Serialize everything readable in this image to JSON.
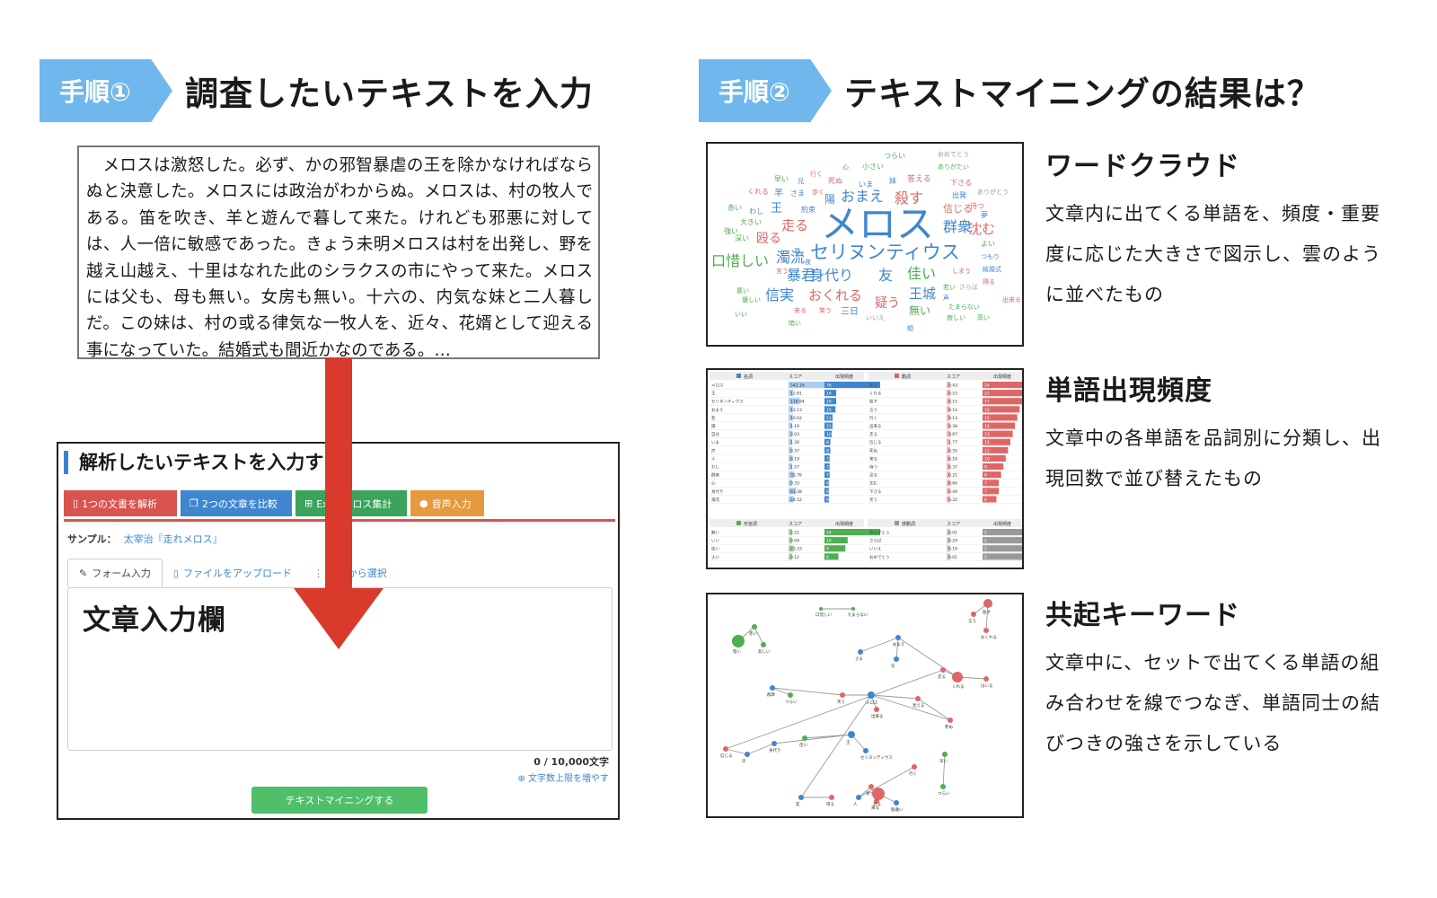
{
  "step1": {
    "tag": "手順①",
    "title": "調査したいテキストを入力"
  },
  "step2": {
    "tag": "手順②",
    "title": "テキストマイニングの結果は？"
  },
  "story_text": "メロスは激怒した。必ず、かの邪智暴虐の王を除かなければならぬと決意した。メロスには政治がわからぬ。メロスは、村の牧人である。笛を吹き、羊と遊んで暮して来た。けれども邪悪に対しては、人一倍に敏感であった。きょう未明メロスは村を出発し、野を越え山越え、十里はなれた此のシラクスの市にやって来た。メロスには父も、母も無い。女房も無い。十六の、内気な妹と二人暮しだ。この妹は、村の或る律気な一牧人を、近々、花婿として迎える事になっていた。結婚式も間近かなのである。…",
  "form": {
    "heading": "解析したいテキストを入力する",
    "mode_tabs": [
      "1つの文書を解析",
      "2つの文章を比較",
      "Excelクロス集計",
      "音声入力"
    ],
    "sample_label": "サンプル：",
    "sample_link": "太宰治『走れメロス』",
    "input_tabs": [
      "フォーム入力",
      "ファイルをアップロード",
      "URLから選択"
    ],
    "textarea_label": "文章入力欄",
    "char_count": "0 / 10,000文字",
    "increase_link": "文字数上限を増やす",
    "submit_label": "テキストマイニングする"
  },
  "features": [
    {
      "title": "ワードクラウド",
      "desc": "文章内に出てくる単語を、頻度・重要度に応じた大きさで図示し、雲のように並べたもの"
    },
    {
      "title": "単語出現頻度",
      "desc": "文章中の各単語を品詞別に分類し、出現回数で並び替えたもの"
    },
    {
      "title": "共起キーワード",
      "desc": "文章中に、セットで出てくる単語の組み合わせを線でつなぎ、単語同士の結びつきの強さを示している"
    }
  ],
  "colors": {
    "accent_blue": "#6fb7ec",
    "arrow_red": "#d93a2b",
    "noun_blue": "#3f86cf",
    "verb_red": "#e06666",
    "adj_green": "#4caf50",
    "other_gray": "#999999"
  },
  "wordcloud": {
    "words": [
      {
        "t": "メロス",
        "s": 42,
        "c": "#3f86cf"
      },
      {
        "t": "セリヌンティウス",
        "s": 21,
        "c": "#3f86cf"
      },
      {
        "t": "おまえ",
        "s": 16,
        "c": "#3f86cf"
      },
      {
        "t": "殺す",
        "s": 16,
        "c": "#e06666"
      },
      {
        "t": "群衆",
        "s": 16,
        "c": "#3f86cf"
      },
      {
        "t": "沈む",
        "s": 15,
        "c": "#e06666"
      },
      {
        "t": "走る",
        "s": 15,
        "c": "#e06666"
      },
      {
        "t": "殴る",
        "s": 14,
        "c": "#e06666"
      },
      {
        "t": "濁流",
        "s": 16,
        "c": "#3f86cf"
      },
      {
        "t": "暴君",
        "s": 16,
        "c": "#3f86cf"
      },
      {
        "t": "身代り",
        "s": 16,
        "c": "#3f86cf"
      },
      {
        "t": "友",
        "s": 16,
        "c": "#3f86cf"
      },
      {
        "t": "佳い",
        "s": 16,
        "c": "#4caf50"
      },
      {
        "t": "口惜しい",
        "s": 16,
        "c": "#4caf50"
      },
      {
        "t": "信実",
        "s": 16,
        "c": "#3f86cf"
      },
      {
        "t": "おくれる",
        "s": 15,
        "c": "#e06666"
      },
      {
        "t": "王城",
        "s": 15,
        "c": "#3f86cf"
      },
      {
        "t": "疑う",
        "s": 14,
        "c": "#e06666"
      },
      {
        "t": "無い",
        "s": 12,
        "c": "#4caf50"
      },
      {
        "t": "王",
        "s": 13,
        "c": "#3f86cf"
      },
      {
        "t": "陽",
        "s": 12,
        "c": "#3f86cf"
      },
      {
        "t": "信じる",
        "s": 11,
        "c": "#e06666"
      },
      {
        "t": "羊",
        "s": 10,
        "c": "#3f86cf"
      },
      {
        "t": "三日",
        "s": 10,
        "c": "#3f86cf"
      },
      {
        "t": "答える",
        "s": 9,
        "c": "#e06666"
      },
      {
        "t": "約束",
        "s": 8,
        "c": "#3f86cf"
      },
      {
        "t": "死ぬ",
        "s": 8,
        "c": "#e06666"
      },
      {
        "t": "いま",
        "s": 8,
        "c": "#3f86cf"
      },
      {
        "t": "妹",
        "s": 8,
        "c": "#3f86cf"
      },
      {
        "t": "出発",
        "s": 8,
        "c": "#3f86cf"
      },
      {
        "t": "くれる",
        "s": 8,
        "c": "#e06666"
      },
      {
        "t": "さま",
        "s": 8,
        "c": "#3f86cf"
      },
      {
        "t": "わし",
        "s": 8,
        "c": "#3f86cf"
      },
      {
        "t": "大きい",
        "s": 8,
        "c": "#4caf50"
      },
      {
        "t": "深い",
        "s": 8,
        "c": "#4caf50"
      },
      {
        "t": "強い",
        "s": 8,
        "c": "#4caf50"
      },
      {
        "t": "赤い",
        "s": 8,
        "c": "#4caf50"
      },
      {
        "t": "早い",
        "s": 8,
        "c": "#4caf50"
      },
      {
        "t": "小さい",
        "s": 8,
        "c": "#4caf50"
      },
      {
        "t": "つらい",
        "s": 8,
        "c": "#4caf50"
      },
      {
        "t": "おめでとう",
        "s": 7,
        "c": "#999999"
      },
      {
        "t": "ありがたい",
        "s": 7,
        "c": "#4caf50"
      },
      {
        "t": "ありがとう",
        "s": 7,
        "c": "#999999"
      },
      {
        "t": "下さる",
        "s": 8,
        "c": "#e06666"
      },
      {
        "t": "待つ",
        "s": 8,
        "c": "#e06666"
      },
      {
        "t": "夢",
        "s": 8,
        "c": "#3f86cf"
      },
      {
        "t": "よい",
        "s": 8,
        "c": "#4caf50"
      },
      {
        "t": "つもり",
        "s": 7,
        "c": "#3f86cf"
      },
      {
        "t": "しまう",
        "s": 7,
        "c": "#e06666"
      },
      {
        "t": "結婚式",
        "s": 7,
        "c": "#3f86cf"
      },
      {
        "t": "得る",
        "s": 7,
        "c": "#e06666"
      },
      {
        "t": "さらば",
        "s": 7,
        "c": "#999999"
      },
      {
        "t": "出来る",
        "s": 7,
        "c": "#e06666"
      },
      {
        "t": "たまらない",
        "s": 7,
        "c": "#4caf50"
      },
      {
        "t": "若い",
        "s": 7,
        "c": "#4caf50"
      },
      {
        "t": "声",
        "s": 7,
        "c": "#3f86cf"
      },
      {
        "t": "頬",
        "s": 7,
        "c": "#3f86cf"
      },
      {
        "t": "寂しい",
        "s": 7,
        "c": "#4caf50"
      },
      {
        "t": "高い",
        "s": 7,
        "c": "#4caf50"
      },
      {
        "t": "いいえ",
        "s": 7,
        "c": "#999999"
      },
      {
        "t": "笑う",
        "s": 7,
        "c": "#e06666"
      },
      {
        "t": "来る",
        "s": 7,
        "c": "#e06666"
      },
      {
        "t": "いい",
        "s": 7,
        "c": "#4caf50"
      },
      {
        "t": "暗い",
        "s": 7,
        "c": "#4caf50"
      },
      {
        "t": "優しい",
        "s": 7,
        "c": "#4caf50"
      },
      {
        "t": "悪い",
        "s": 7,
        "c": "#4caf50"
      },
      {
        "t": "言う",
        "s": 7,
        "c": "#e06666"
      },
      {
        "t": "夜",
        "s": 7,
        "c": "#3f86cf"
      },
      {
        "t": "君",
        "s": 7,
        "c": "#3f86cf"
      },
      {
        "t": "歩く",
        "s": 7,
        "c": "#e06666"
      },
      {
        "t": "兄",
        "s": 7,
        "c": "#3f86cf"
      },
      {
        "t": "心",
        "s": 7,
        "c": "#3f86cf"
      },
      {
        "t": "行く",
        "s": 7,
        "c": "#e06666"
      }
    ]
  },
  "freq": {
    "tables": [
      {
        "head": [
          "名詞",
          "スコア",
          "出現頻度"
        ],
        "color": "#3f86cf",
        "light": "#a9cdf0",
        "rows": [
          {
            "w": "メロス",
            "score": "542.16",
            "n": 76
          },
          {
            "w": "王",
            "score": "12.81",
            "n": 16
          },
          {
            "w": "セリヌンティウス",
            "score": "116.84",
            "n": 16
          },
          {
            "w": "おまえ",
            "score": "13.13",
            "n": 15
          },
          {
            "w": "友",
            "score": "10.62",
            "n": 11
          },
          {
            "w": "陽",
            "score": "1.19",
            "n": 11
          },
          {
            "w": "自分",
            "score": "3.03",
            "n": 10
          },
          {
            "w": "いま",
            "score": "1.30",
            "n": 8
          },
          {
            "w": "声",
            "score": "0.37",
            "n": 8
          },
          {
            "w": "人",
            "score": "8.19",
            "n": 7
          },
          {
            "w": "わし",
            "score": "1.57",
            "n": 7
          },
          {
            "w": "群衆",
            "score": "31.76",
            "n": 7
          },
          {
            "w": "心",
            "score": "0.33",
            "n": 6
          },
          {
            "w": "身代り",
            "score": "61.38",
            "n": 6
          },
          {
            "w": "濁流",
            "score": "24.52",
            "n": 6
          }
        ]
      },
      {
        "head": [
          "動詞",
          "スコア",
          "出現頻度"
        ],
        "color": "#e06666",
        "light": "#f3b3b3",
        "rows": [
          {
            "w": "ある",
            "score": "0.43",
            "n": 24
          },
          {
            "w": "くれる",
            "score": "0.53",
            "n": 21
          },
          {
            "w": "殺す",
            "score": "6.15",
            "n": 17
          },
          {
            "w": "言う",
            "score": "0.14",
            "n": 16
          },
          {
            "w": "行く",
            "score": "0.13",
            "n": 15
          },
          {
            "w": "出来る",
            "score": "0.38",
            "n": 14
          },
          {
            "w": "走る",
            "score": "3.67",
            "n": 13
          },
          {
            "w": "信じる",
            "score": "1.77",
            "n": 12
          },
          {
            "w": "死ぬ",
            "score": "0.35",
            "n": 11
          },
          {
            "w": "来る",
            "score": "0.16",
            "n": 10
          },
          {
            "w": "待つ",
            "score": "0.37",
            "n": 9
          },
          {
            "w": "見る",
            "score": "0.21",
            "n": 8
          },
          {
            "w": "沈む",
            "score": "6.66",
            "n": 7
          },
          {
            "w": "下さる",
            "score": "0.49",
            "n": 7
          },
          {
            "w": "笑う",
            "score": "0.32",
            "n": 6
          }
        ]
      },
      {
        "head": [
          "形容詞",
          "スコア",
          "出現頻度"
        ],
        "color": "#4caf50",
        "light": "#a5d8a7",
        "rows": [
          {
            "w": "無い",
            "score": "2.21",
            "n": 24
          },
          {
            "w": "いい",
            "score": "0.09",
            "n": 10
          },
          {
            "w": "佳い",
            "score": "23.33",
            "n": 9
          },
          {
            "w": "よい",
            "score": "0.12",
            "n": 6
          }
        ]
      },
      {
        "head": [
          "感動詞",
          "スコア",
          "出現頻度"
        ],
        "color": "#999999",
        "light": "#cccccc",
        "rows": [
          {
            "w": "ありがとう",
            "score": "0.01",
            "n": 2
          },
          {
            "w": "さらば",
            "score": "0.29",
            "n": 2
          },
          {
            "w": "いいえ",
            "score": "0.19",
            "n": 2
          },
          {
            "w": "おめでとう",
            "score": "0.01",
            "n": 2
          }
        ]
      }
    ]
  },
  "cooc": {
    "nodes": [
      {
        "t": "口惜しい",
        "c": "#4caf50",
        "r": 2
      },
      {
        "t": "たまらない",
        "c": "#4caf50",
        "r": 2
      },
      {
        "t": "殺す",
        "c": "#e06666",
        "r": 5
      },
      {
        "t": "言う",
        "c": "#e06666",
        "r": 3
      },
      {
        "t": "おくれる",
        "c": "#e06666",
        "r": 3
      },
      {
        "t": "赤い",
        "c": "#4caf50",
        "r": 3
      },
      {
        "t": "暗い",
        "c": "#4caf50",
        "r": 7
      },
      {
        "t": "悲しい",
        "c": "#4caf50",
        "r": 3
      },
      {
        "t": "おまえ",
        "c": "#3f86cf",
        "r": 3
      },
      {
        "t": "さま",
        "c": "#3f86cf",
        "r": 3
      },
      {
        "t": "兄",
        "c": "#3f86cf",
        "r": 3
      },
      {
        "t": "くれる",
        "c": "#e06666",
        "r": 6
      },
      {
        "t": "走る",
        "c": "#e06666",
        "r": 3
      },
      {
        "t": "はいる",
        "c": "#e06666",
        "r": 3
      },
      {
        "t": "つらい",
        "c": "#4caf50",
        "r": 3
      },
      {
        "t": "群衆",
        "c": "#3f86cf",
        "r": 3
      },
      {
        "t": "笑う",
        "c": "#e06666",
        "r": 3
      },
      {
        "t": "メロス",
        "c": "#3f86cf",
        "r": 4
      },
      {
        "t": "出来る",
        "c": "#e06666",
        "r": 3
      },
      {
        "t": "見える",
        "c": "#e06666",
        "r": 3
      },
      {
        "t": "死ぬ",
        "c": "#e06666",
        "r": 3
      },
      {
        "t": "セリヌンティウス",
        "c": "#3f86cf",
        "r": 3
      },
      {
        "t": "王",
        "c": "#3f86cf",
        "r": 4
      },
      {
        "t": "佳い",
        "c": "#4caf50",
        "r": 3
      },
      {
        "t": "身代り",
        "c": "#3f86cf",
        "r": 3
      },
      {
        "t": "声",
        "c": "#3f86cf",
        "r": 3
      },
      {
        "t": "信じる",
        "c": "#e06666",
        "r": 3
      },
      {
        "t": "待つ",
        "c": "#e06666",
        "r": 3
      },
      {
        "t": "来る",
        "c": "#e06666",
        "r": 3
      },
      {
        "t": "人",
        "c": "#3f86cf",
        "r": 3
      },
      {
        "t": "友",
        "c": "#3f86cf",
        "r": 3
      },
      {
        "t": "得る",
        "c": "#e06666",
        "r": 3
      },
      {
        "t": "深い",
        "c": "#4caf50",
        "r": 3
      },
      {
        "t": "つらい",
        "c": "#4caf50",
        "r": 3
      },
      {
        "t": "見る",
        "c": "#e06666",
        "r": 7
      },
      {
        "t": "勘違い",
        "c": "#3f86cf",
        "r": 3
      },
      {
        "t": "行く",
        "c": "#e06666",
        "r": 3
      }
    ],
    "edges": [
      [
        0,
        1
      ],
      [
        2,
        3
      ],
      [
        2,
        4
      ],
      [
        5,
        6
      ],
      [
        5,
        7
      ],
      [
        8,
        9
      ],
      [
        8,
        10
      ],
      [
        8,
        11
      ],
      [
        11,
        12
      ],
      [
        11,
        13
      ],
      [
        14,
        15
      ],
      [
        15,
        16
      ],
      [
        16,
        17
      ],
      [
        17,
        18
      ],
      [
        17,
        19
      ],
      [
        17,
        20
      ],
      [
        21,
        22
      ],
      [
        22,
        23
      ],
      [
        22,
        24
      ],
      [
        24,
        25
      ],
      [
        25,
        26
      ],
      [
        27,
        28
      ],
      [
        27,
        29
      ],
      [
        30,
        31
      ],
      [
        32,
        33
      ],
      [
        34,
        35
      ],
      [
        36,
        29
      ],
      [
        17,
        30
      ],
      [
        19,
        20
      ],
      [
        12,
        26
      ]
    ]
  }
}
